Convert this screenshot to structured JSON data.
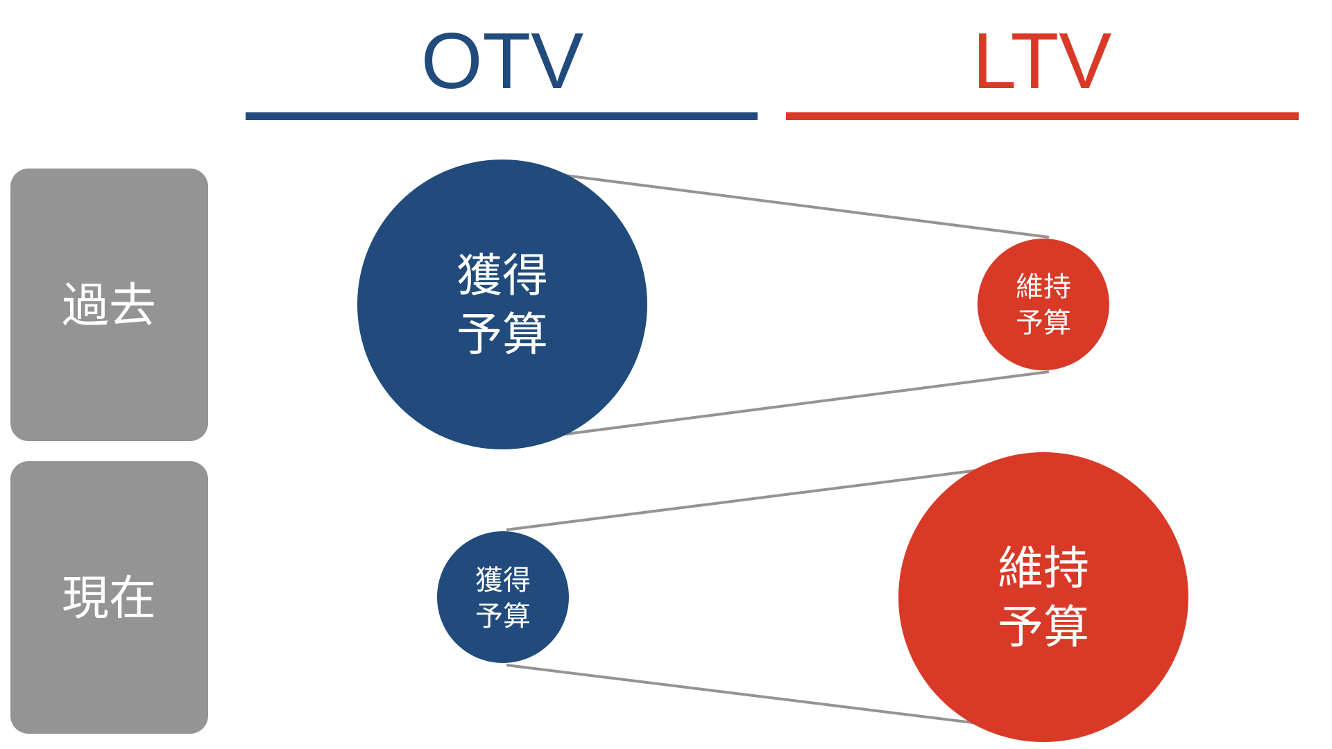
{
  "columns": {
    "otv": {
      "label": "OTV",
      "color": "#204b7c"
    },
    "ltv": {
      "label": "LTV",
      "color": "#d83a27"
    }
  },
  "rows": {
    "past": {
      "label": "過去"
    },
    "present": {
      "label": "現在"
    }
  },
  "row_box_color": "#949494",
  "connector_color": "#949494",
  "bubbles": {
    "past_otv": {
      "line1": "獲得",
      "line2": "予算",
      "size": "large"
    },
    "past_ltv": {
      "line1": "維持",
      "line2": "予算",
      "size": "small"
    },
    "present_otv": {
      "line1": "獲得",
      "line2": "予算",
      "size": "small"
    },
    "present_ltv": {
      "line1": "維持",
      "line2": "予算",
      "size": "large"
    }
  }
}
